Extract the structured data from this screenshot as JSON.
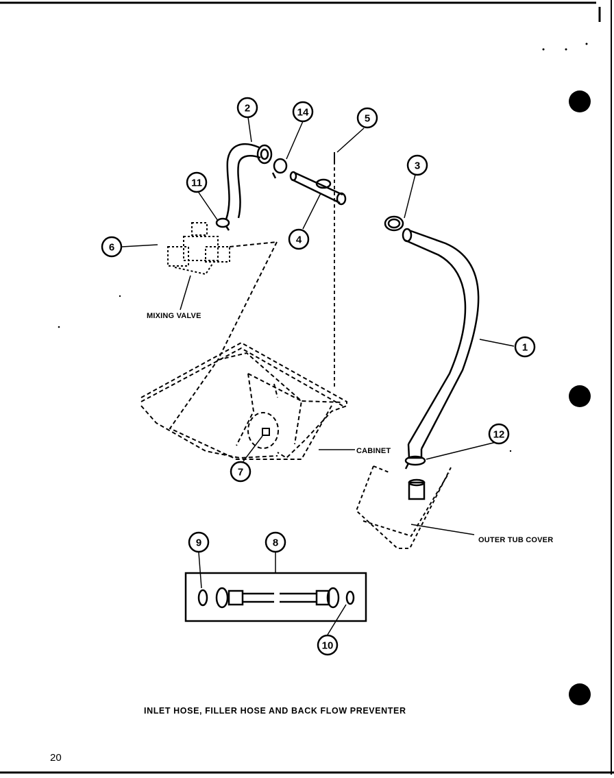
{
  "caption": "INLET HOSE, FILLER HOSE AND BACK FLOW PREVENTER",
  "page_number": "20",
  "part_labels": {
    "mixing_valve": "MIXING VALVE",
    "cabinet": "CABINET",
    "outer_tub_cover": "OUTER TUB COVER"
  },
  "callouts": [
    "1",
    "2",
    "3",
    "4",
    "5",
    "6",
    "7",
    "8",
    "9",
    "10",
    "11",
    "12",
    "14"
  ],
  "colors": {
    "ink": "#000000",
    "paper": "#ffffff"
  }
}
